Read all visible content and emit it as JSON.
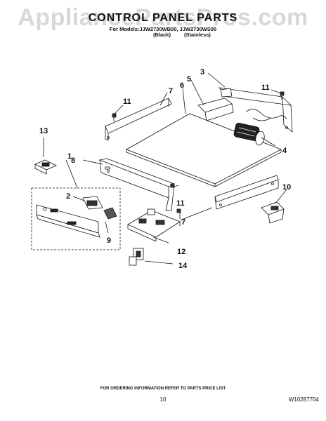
{
  "watermark": "AppliancePartsPros.com",
  "header": {
    "title": "CONTROL PANEL PARTS",
    "models": "For Models:JJW2730WB00, JJW2730WS00",
    "variant_black": "(Black)",
    "variant_stainless": "(Stainless)"
  },
  "callouts": [
    "1",
    "2",
    "3",
    "4",
    "5",
    "6",
    "7",
    "7",
    "8",
    "9",
    "10",
    "11",
    "11",
    "11",
    "12",
    "13",
    "14"
  ],
  "footer": {
    "ordering": "FOR ORDERING INFORMATION REFER TO PARTS PRICE LIST",
    "page": "10",
    "doc_number": "W10287704"
  }
}
